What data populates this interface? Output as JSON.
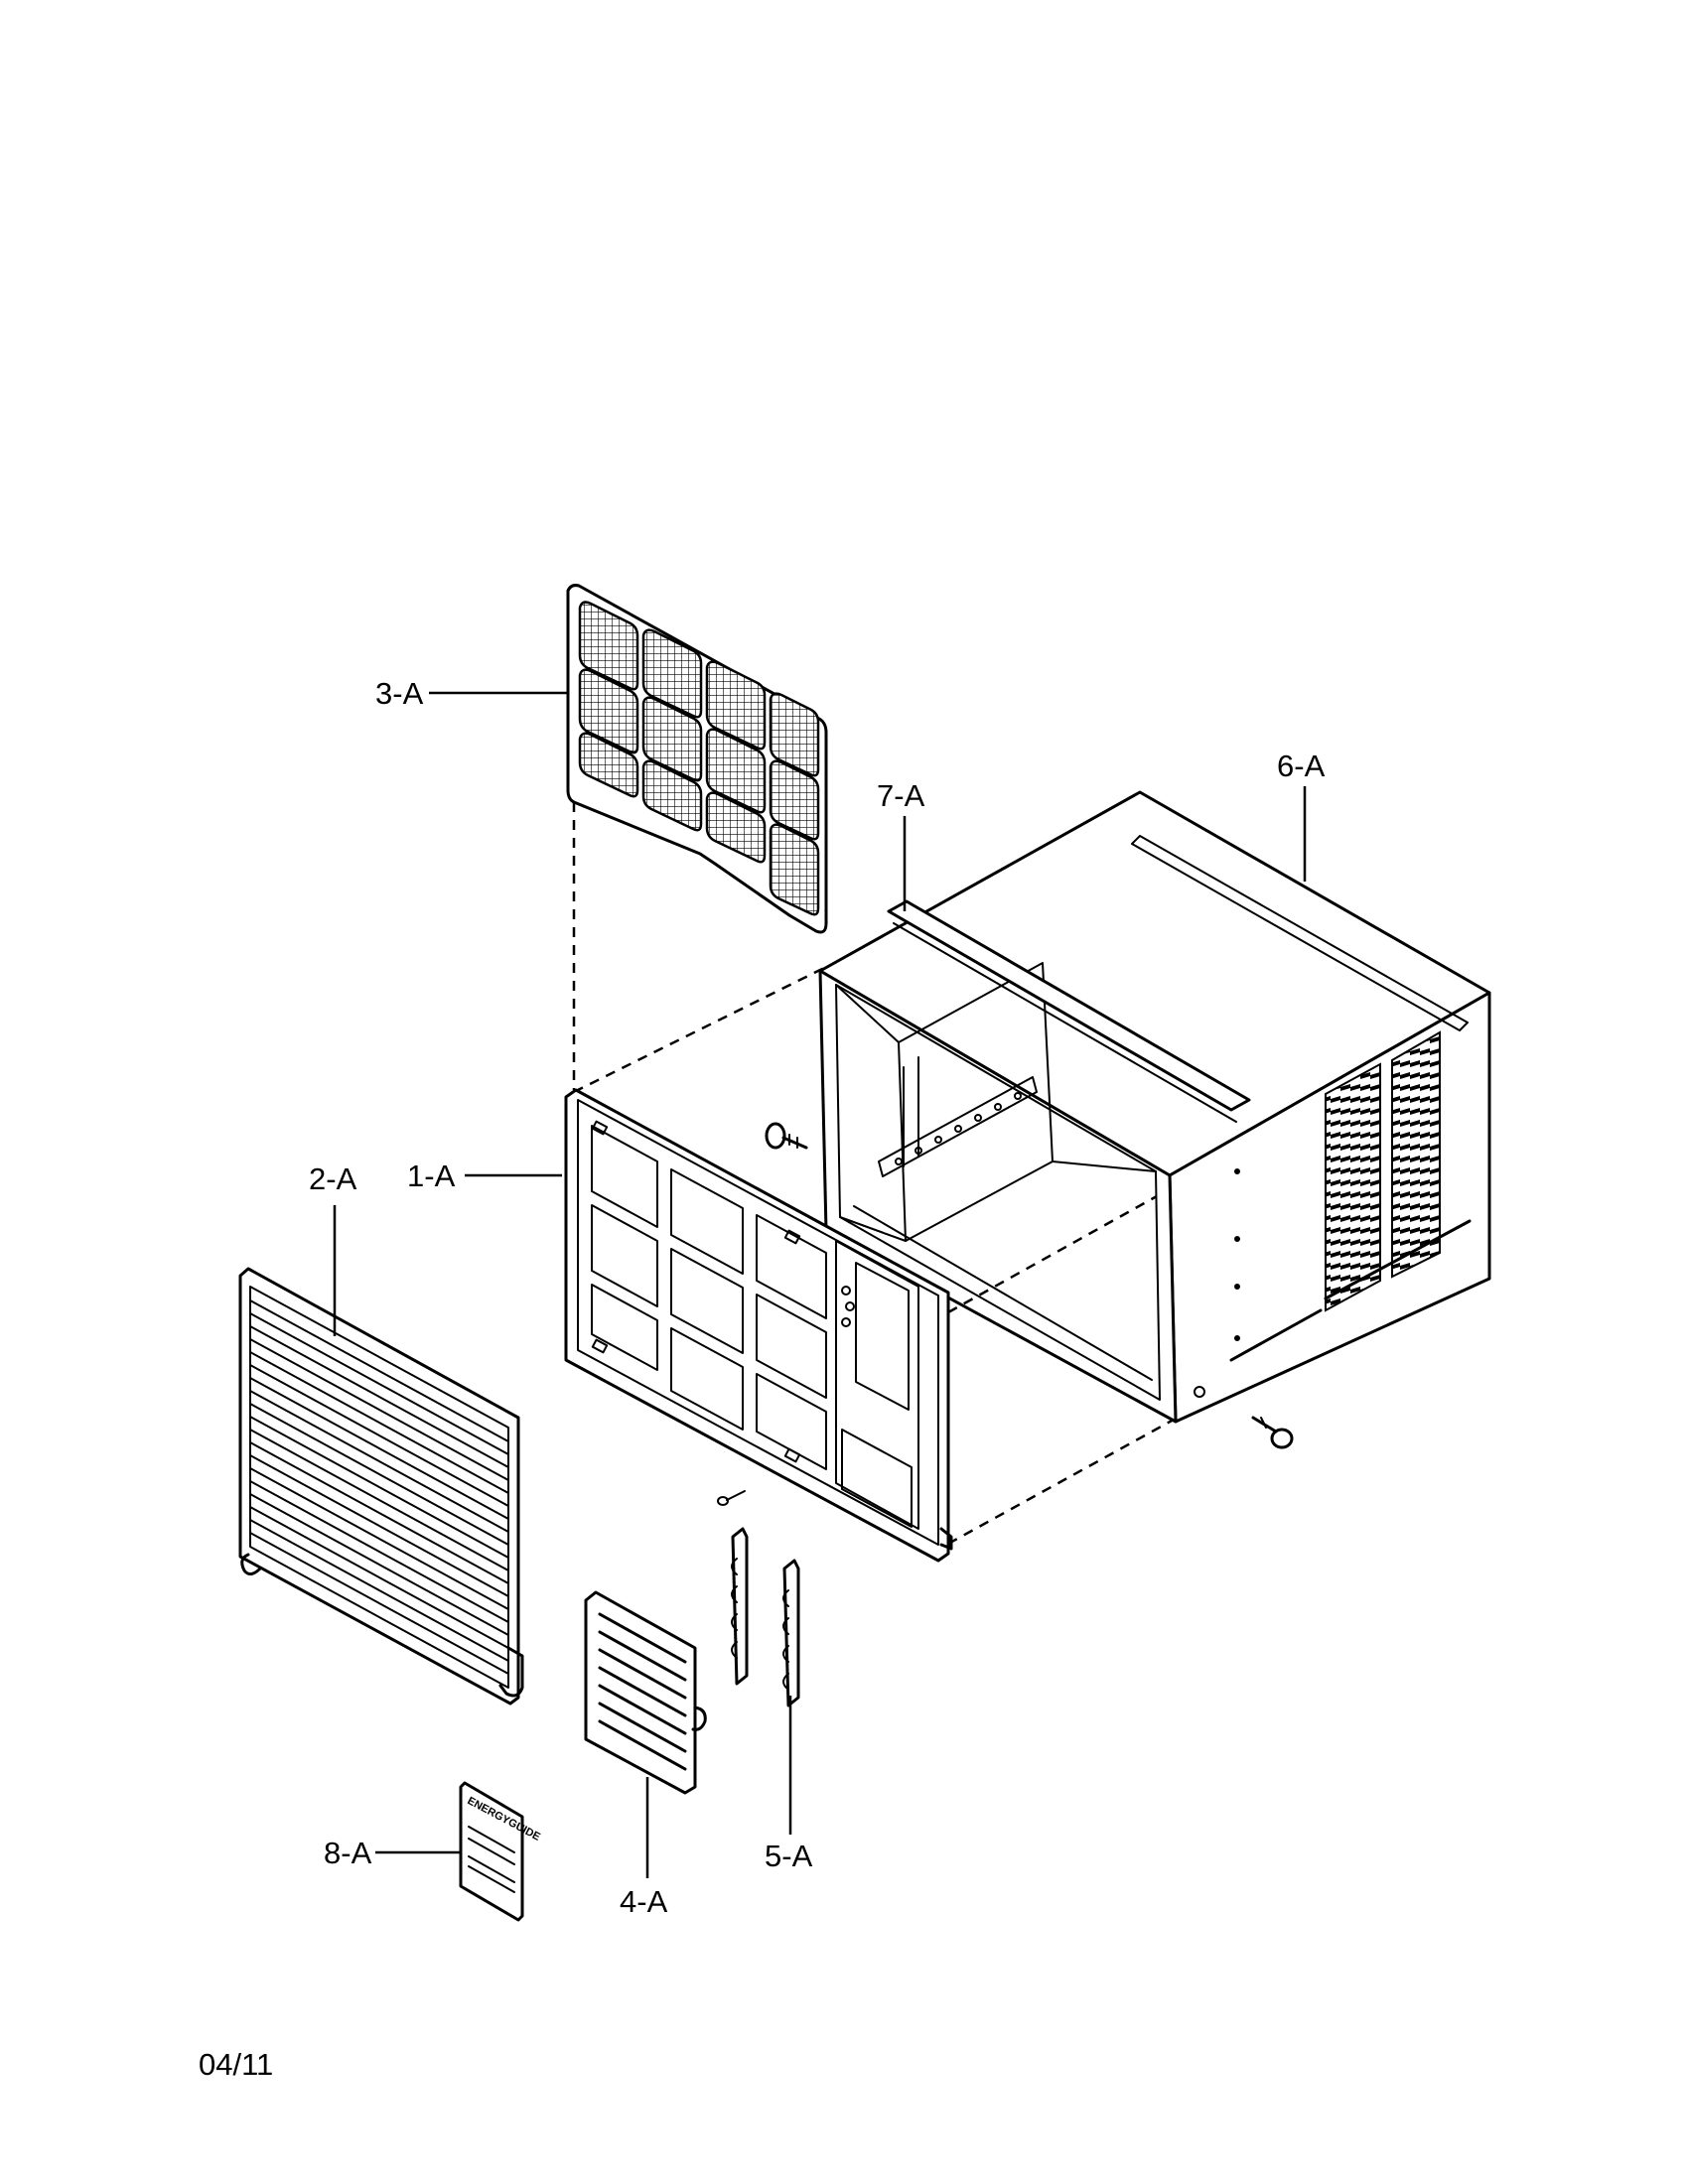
{
  "labels": {
    "part_1": "1-A",
    "part_2": "2-A",
    "part_3": "3-A",
    "part_4": "4-A",
    "part_5": "5-A",
    "part_6": "6-A",
    "part_7": "7-A",
    "part_8": "8-A"
  },
  "energy_label_text": "ENERGYGUIDE",
  "footer": {
    "date_code": "04/11"
  }
}
